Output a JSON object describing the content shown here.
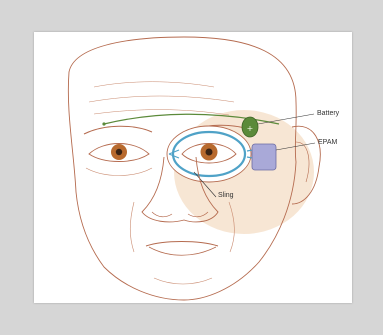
{
  "diagram": {
    "labels": {
      "battery": "Battery",
      "epam": "EPAM",
      "sling": "Sling"
    }
  },
  "colors": {
    "background": "#d6d6d6",
    "card": "#ffffff",
    "skin_line": "#b56b4f",
    "implant_glow": "#f1d2b0",
    "wire_green": "#5b8a3a",
    "sling_blue": "#4fa2c7",
    "epam_lavender": "#a9a9d8",
    "iris": "#b86a2e"
  }
}
